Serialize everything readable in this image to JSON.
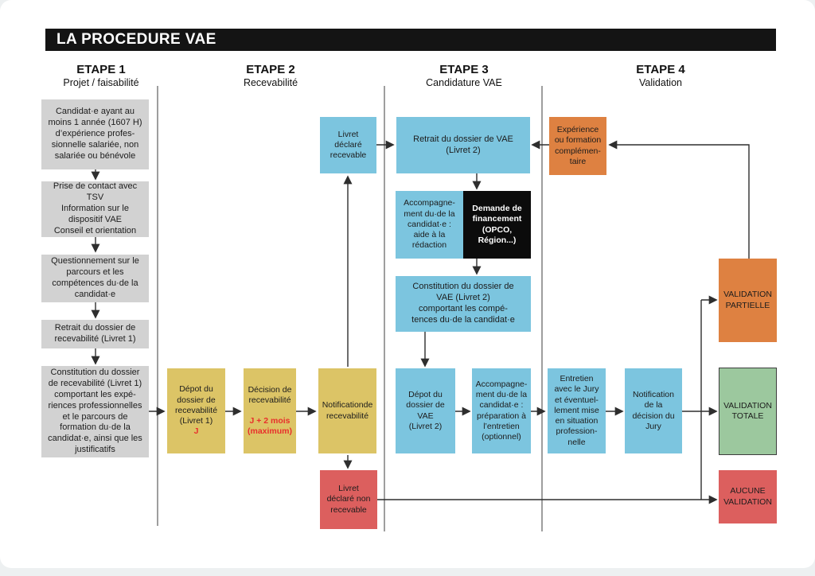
{
  "title_bar": {
    "title": "LA PROCEDURE VAE"
  },
  "columns": [
    {
      "label": "ETAPE 1",
      "subtitle": "Projet / faisabilité"
    },
    {
      "label": "ETAPE 2",
      "subtitle": "Recevabilité"
    },
    {
      "label": "ETAPE 3",
      "subtitle": "Candidature VAE"
    },
    {
      "label": "ETAPE 4",
      "subtitle": "Validation"
    }
  ],
  "colors": {
    "gray_box": "#d2d2d2",
    "yellow_box": "#dcc466",
    "blue_box": "#7cc5df",
    "orange_box": "#de8141",
    "black_box": "#0b0b0b",
    "red_box": "#dc5f5e",
    "green_box": "#9cc89e",
    "timing_red": "#e8302c",
    "title_bar": "#141414",
    "line": "#2e2e2e"
  },
  "boxes": {
    "candidate_experience": {
      "text": "Candidat·e ayant au\nmoins 1 année (1607 H)\nd’expérience profes-\nsionnelle salariée, non\nsalariée ou bénévole"
    },
    "contact_tsv": {
      "text": "Prise de contact avec\nTSV\nInformation sur le\ndispositif VAE\nConseil et orientation"
    },
    "questionnement": {
      "text": "Questionnement sur le\nparcours et les\ncompétences du·de la\ncandidat·e"
    },
    "retrait_livret1": {
      "text": "Retrait du dossier de\nrecevabilité (Livret 1)"
    },
    "constitution_livret1": {
      "text": "Constitution du dossier\nde recevabilité (Livret 1)\ncomportant les expé-\nriences professionnelles\net le parcours de\nformation du·de la\ncandidat·e, ainsi que les\njustificatifs"
    },
    "depot_livret1": {
      "text": "Dépot du\ndossier de\nrecevabilité\n(Livret 1)",
      "timing": "J"
    },
    "decision_recevabilite": {
      "text": "Décision de\nrecevabilité",
      "timing": "J + 2 mois\n(maximum)"
    },
    "notification_recevabilite": {
      "text": "Notificationde\nrecevabilité"
    },
    "livret_recevable": {
      "text": "Livret\ndéclaré\nrecevable"
    },
    "livret_non_recevable": {
      "text": "Livret\ndéclaré non\nrecevable"
    },
    "retrait_livret2": {
      "text": "Retrait du dossier de VAE\n(Livret 2)"
    },
    "accompagnement_redaction": {
      "text": "Accompagne-\nment du·de la\ncandidat·e :\naide à la\nrédaction"
    },
    "demande_financement": {
      "text": "Demande de\nfinancement\n(OPCO,\nRégion...)"
    },
    "constitution_livret2": {
      "text": "Constitution du dossier de\nVAE (Livret 2)\ncomportant les compé-\ntences du·de la candidat·e"
    },
    "depot_livret2": {
      "text": "Dépot du\ndossier de\nVAE\n(Livret 2)"
    },
    "accompagnement_entretien": {
      "text": "Accompagne-\nment du·de la\ncandidat·e :\npréparation à\nl’entretien\n(optionnel)"
    },
    "entretien_jury": {
      "text": "Entretien\navec le Jury\net éventuel-\nlement mise\nen situation\nprofession-\nnelle"
    },
    "notification_jury": {
      "text": "Notification\nde la\ndécision du\nJury"
    },
    "experience_complementaire": {
      "text": "Expérience\nou formation\ncomplémen-\ntaire"
    },
    "validation_partielle": {
      "text": "VALIDATION\nPARTIELLE"
    },
    "validation_totale": {
      "text": "VALIDATION\nTOTALE"
    },
    "aucune_validation": {
      "text": "AUCUNE\nVALIDATION"
    }
  }
}
